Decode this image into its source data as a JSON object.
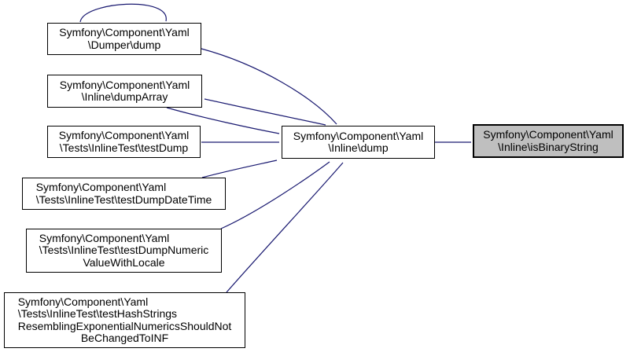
{
  "diagram": {
    "kind": "caller-graph",
    "colors": {
      "edge": "#191970",
      "node_border": "#000000",
      "node_fill": "#ffffff",
      "current_node_fill": "#bfbfbf",
      "text": "#000000",
      "background": "#ffffff"
    },
    "nodes": [
      {
        "id": "dumper-dump",
        "role": "caller",
        "lines": [
          "Symfony\\Component\\Yaml",
          "\\Dumper\\dump"
        ]
      },
      {
        "id": "inline-dumparray",
        "role": "caller",
        "lines": [
          "Symfony\\Component\\Yaml",
          "\\Inline\\dumpArray"
        ]
      },
      {
        "id": "inlinetest-testdump",
        "role": "caller",
        "lines": [
          "Symfony\\Component\\Yaml",
          "\\Tests\\InlineTest\\testDump"
        ]
      },
      {
        "id": "inlinetest-testdumpdatetime",
        "role": "caller",
        "lines": [
          "Symfony\\Component\\Yaml",
          "\\Tests\\InlineTest\\testDumpDateTime"
        ]
      },
      {
        "id": "inlinetest-testdumpnumeric",
        "role": "caller",
        "lines": [
          "Symfony\\Component\\Yaml",
          "\\Tests\\InlineTest\\testDumpNumeric",
          "ValueWithLocale"
        ]
      },
      {
        "id": "inlinetest-testhashstrings",
        "role": "caller",
        "lines": [
          "Symfony\\Component\\Yaml",
          "\\Tests\\InlineTest\\testHashStrings",
          "ResemblingExponentialNumericsShouldNot",
          "BeChangedToINF"
        ]
      },
      {
        "id": "inline-dump",
        "role": "intermediate",
        "lines": [
          "Symfony\\Component\\Yaml",
          "\\Inline\\dump"
        ]
      },
      {
        "id": "inline-isbinarystring",
        "role": "current",
        "lines": [
          "Symfony\\Component\\Yaml",
          "\\Inline\\isBinaryString"
        ]
      }
    ],
    "edges": [
      {
        "from": "dumper-dump",
        "to": "dumper-dump"
      },
      {
        "from": "dumper-dump",
        "to": "inline-dump"
      },
      {
        "from": "inline-dump",
        "to": "inline-dumparray"
      },
      {
        "from": "inline-dumparray",
        "to": "inline-dump"
      },
      {
        "from": "inlinetest-testdump",
        "to": "inline-dump"
      },
      {
        "from": "inlinetest-testdumpdatetime",
        "to": "inline-dump"
      },
      {
        "from": "inlinetest-testdumpnumeric",
        "to": "inline-dump"
      },
      {
        "from": "inlinetest-testhashstrings",
        "to": "inline-dump"
      },
      {
        "from": "inline-dump",
        "to": "inline-isbinarystring"
      }
    ]
  }
}
